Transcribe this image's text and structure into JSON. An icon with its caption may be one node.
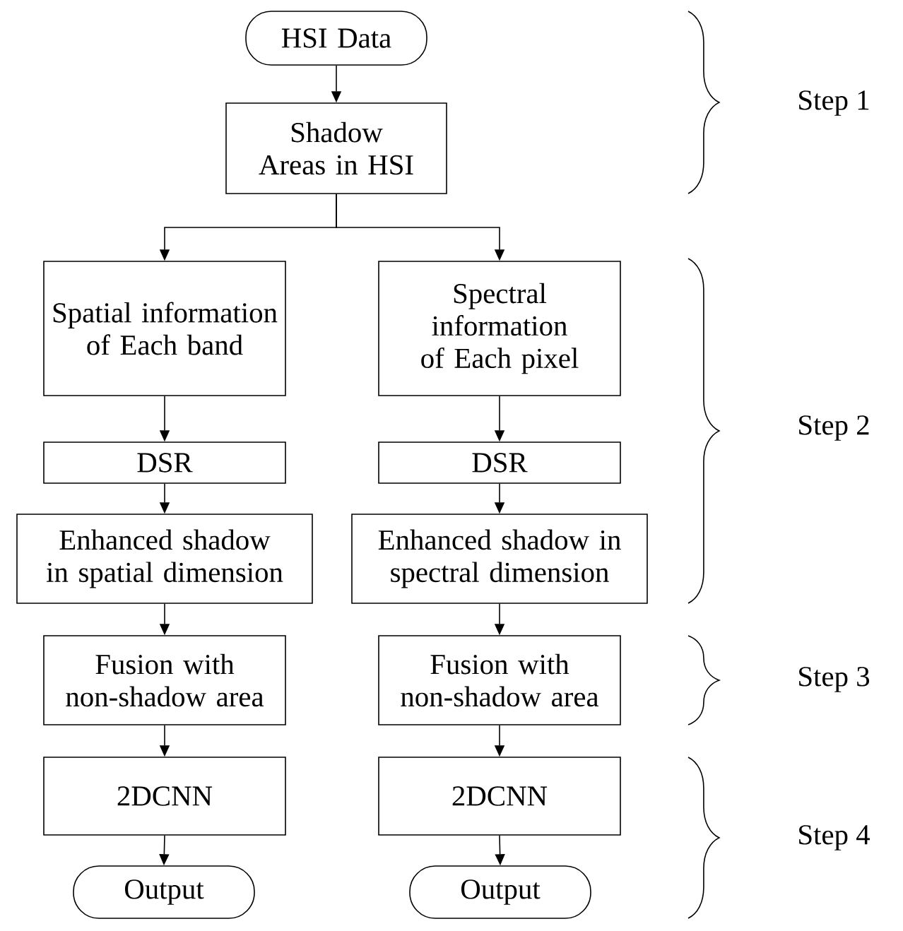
{
  "diagram": {
    "nodes": [
      {
        "text": [
          "HSI Data"
        ]
      },
      {
        "text": [
          "Shadow Areas in HSI"
        ]
      },
      {
        "text": [
          "Spatial information of Each band"
        ]
      },
      {
        "text": [
          "Spectral information of Each pixel"
        ]
      },
      {
        "text": [
          "DSR"
        ]
      },
      {
        "text": [
          "DSR"
        ]
      },
      {
        "text": [
          "Enhanced shadow in spatial dimension"
        ]
      },
      {
        "text": [
          "Enhanced shadow in spectral dimension"
        ]
      },
      {
        "text": [
          "Fusion with non-shadow area"
        ]
      },
      {
        "text": [
          "Fusion with non-shadow area"
        ]
      },
      {
        "text": [
          "2DCNN"
        ]
      },
      {
        "text": [
          "2DCNN"
        ]
      },
      {
        "text": [
          "Output"
        ]
      },
      {
        "text": [
          "Output"
        ]
      }
    ],
    "edges": [
      {
        "from": 0,
        "to": 1,
        "arrow": "to"
      },
      {
        "from": 1,
        "to": 2,
        "arrow": "to"
      },
      {
        "from": 1,
        "to": 3,
        "arrow": "to"
      },
      {
        "from": 2,
        "to": 4,
        "arrow": "to"
      },
      {
        "from": 3,
        "to": 5,
        "arrow": "to"
      },
      {
        "from": 4,
        "to": 6,
        "arrow": "to"
      },
      {
        "from": 5,
        "to": 7,
        "arrow": "to"
      },
      {
        "from": 6,
        "to": 8,
        "arrow": "to"
      },
      {
        "from": 7,
        "to": 9,
        "arrow": "to"
      },
      {
        "from": 8,
        "to": 10,
        "arrow": "to"
      },
      {
        "from": 9,
        "to": 11,
        "arrow": "to"
      },
      {
        "from": 10,
        "to": 12,
        "arrow": "to"
      },
      {
        "from": 11,
        "to": 13,
        "arrow": "to"
      }
    ],
    "labels": [
      "Step 1",
      "Step 2",
      "Step 3",
      "Step 4"
    ]
  }
}
